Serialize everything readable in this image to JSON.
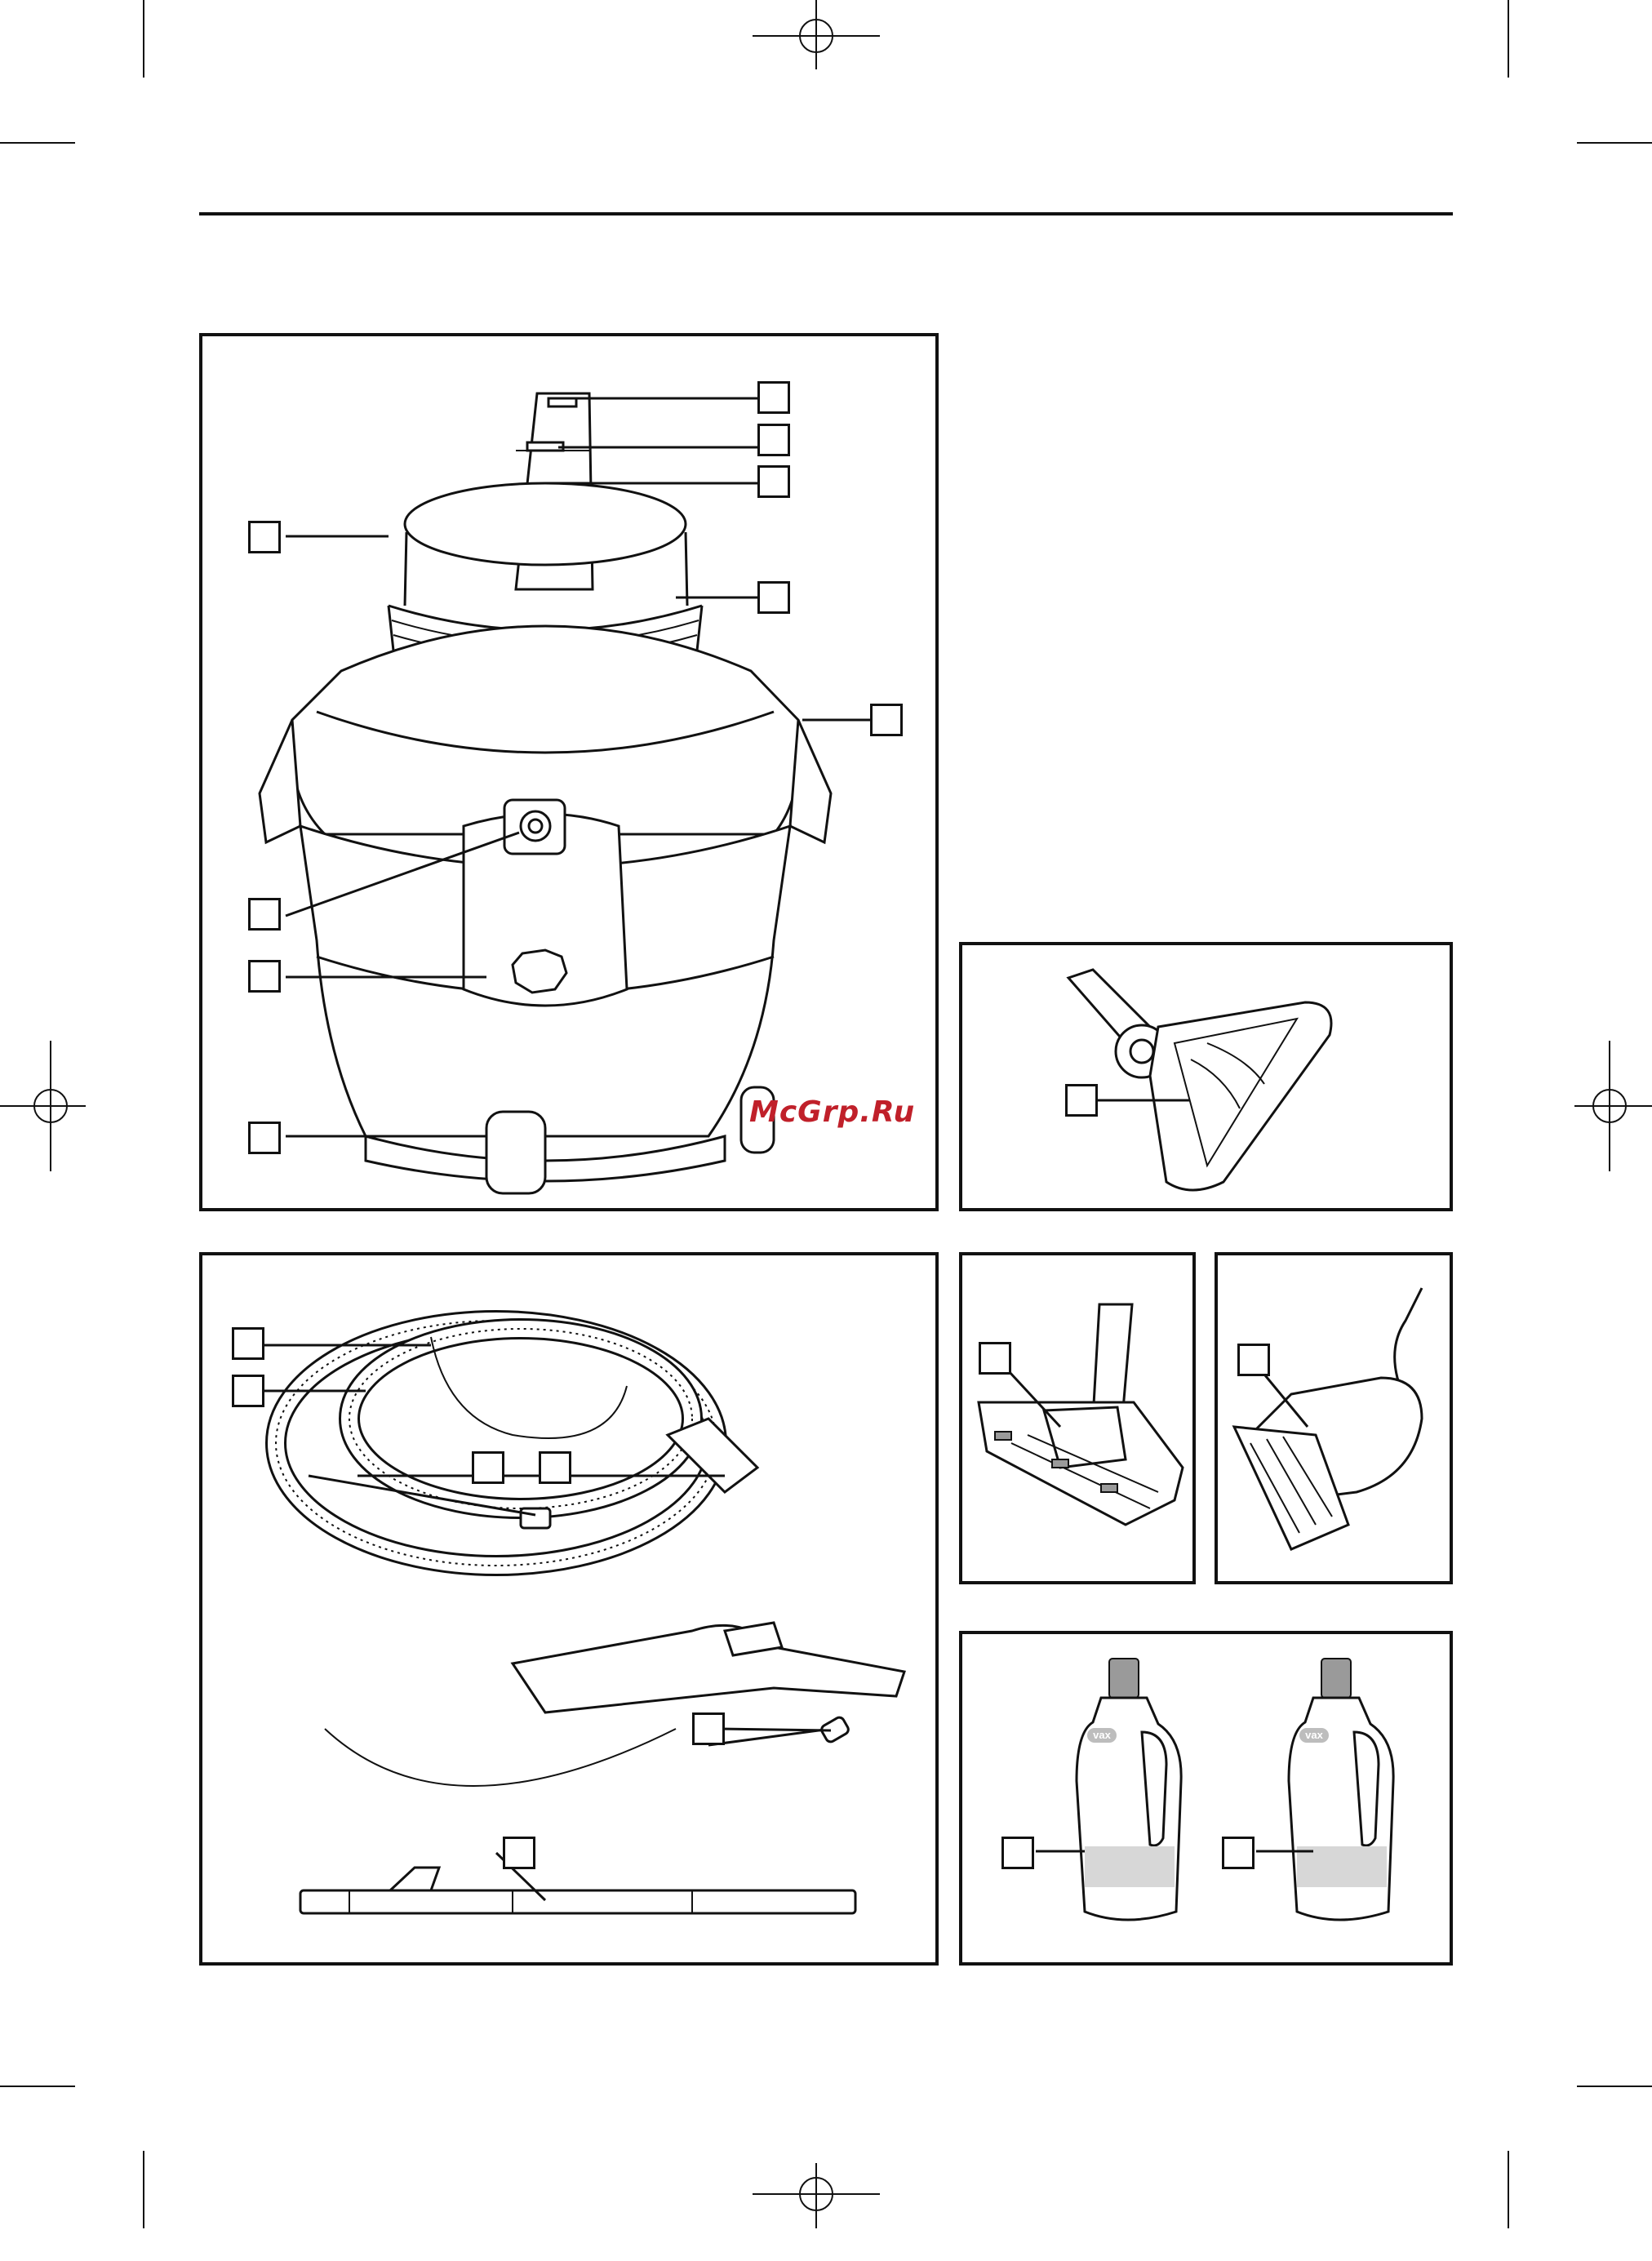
{
  "page": {
    "watermark": "McGrp.Ru",
    "bottle_brand": "vax"
  },
  "panels": [
    {
      "id": "vacuum-body-panel",
      "callout_count": 10
    },
    {
      "id": "floor-tool-panel",
      "callout_count": 1
    },
    {
      "id": "hose-panel",
      "callout_count": 6
    },
    {
      "id": "carpet-tool-panel",
      "callout_count": 1
    },
    {
      "id": "upholstery-tool-panel",
      "callout_count": 1
    },
    {
      "id": "solution-bottles-panel",
      "callout_count": 2
    }
  ],
  "colors": {
    "ink": "#111111",
    "watermark": "#c0202a",
    "bottle_cap": "#9a9a9a"
  }
}
